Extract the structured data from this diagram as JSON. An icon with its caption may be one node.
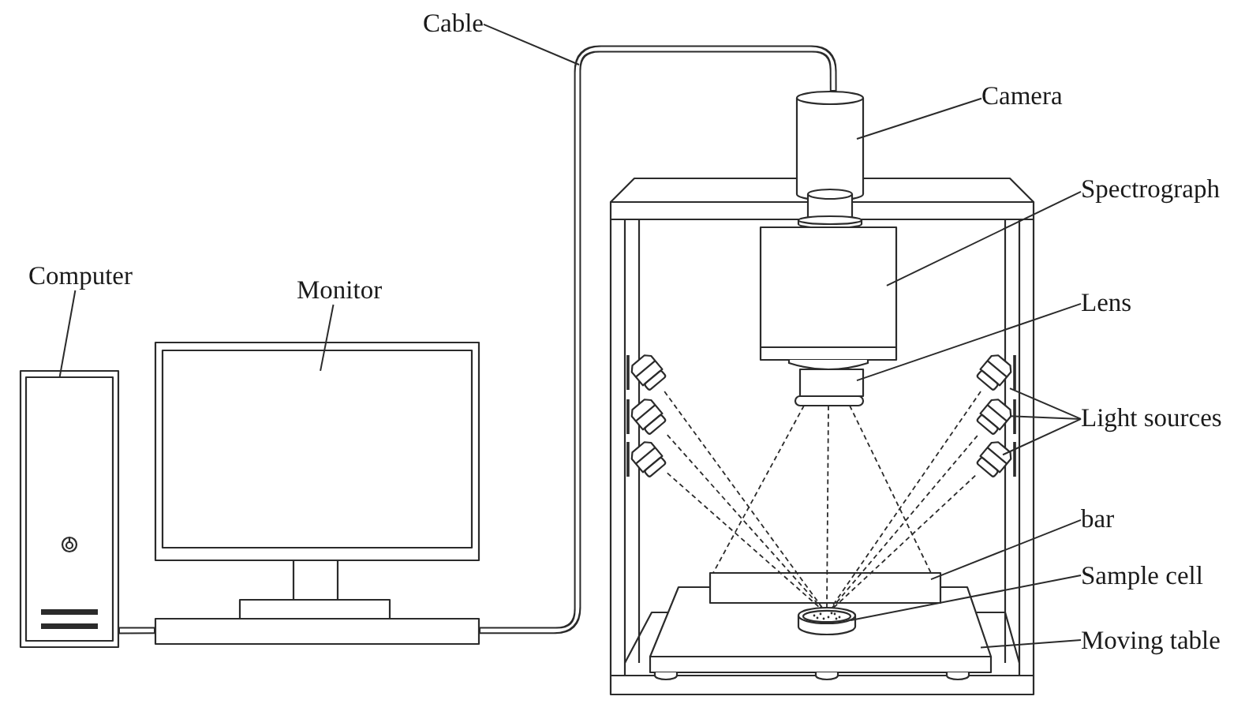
{
  "diagram": {
    "nodes": [
      {
        "text": [
          "Computer"
        ]
      },
      {
        "text": [],
        "shape": "picture"
      },
      {
        "text": [
          "Monitor"
        ]
      },
      {
        "text": [],
        "shape": "picture"
      },
      {
        "text": [
          "Cable"
        ]
      },
      {
        "text": [
          "Camera"
        ]
      },
      {
        "text": [],
        "shape": "cylinder"
      },
      {
        "text": [
          "Spectrograph"
        ]
      },
      {
        "text": [],
        "shape": "picture"
      },
      {
        "text": [
          "Lens"
        ]
      },
      {
        "text": [],
        "shape": "picture"
      },
      {
        "text": [
          "Light sources"
        ]
      },
      {
        "text": [],
        "shape": "picture"
      },
      {
        "text": [],
        "shape": "picture"
      },
      {
        "text": [],
        "shape": "picture"
      },
      {
        "text": [
          "bar"
        ]
      },
      {
        "text": [
          "Sample cell"
        ]
      },
      {
        "text": [],
        "shape": "picture",
        "in": 19
      },
      {
        "text": [
          "Moving table"
        ]
      },
      {
        "text": [],
        "shape": "picture"
      },
      {
        "text": [],
        "shape": "picture"
      },
      {
        "text": [],
        "shape": "picture"
      },
      {
        "text": [],
        "shape": "picture"
      }
    ],
    "edges": [
      {
        "from": 0,
        "to": 1,
        "arrow": "none"
      },
      {
        "from": 2,
        "to": 3,
        "arrow": "none"
      },
      {
        "from": 4,
        "to": null,
        "arrow": "none"
      },
      {
        "from": 5,
        "to": 6,
        "arrow": "none"
      },
      {
        "from": 7,
        "to": 8,
        "arrow": "none"
      },
      {
        "from": 9,
        "to": 10,
        "arrow": "none"
      },
      {
        "from": 11,
        "to": 12,
        "arrow": "none"
      },
      {
        "from": 11,
        "to": 13,
        "arrow": "none"
      },
      {
        "from": 11,
        "to": 14,
        "arrow": "none"
      },
      {
        "from": 15,
        "to": 19,
        "arrow": "none"
      },
      {
        "from": 16,
        "to": 17,
        "arrow": "none"
      },
      {
        "from": 18,
        "to": 19,
        "arrow": "none"
      },
      {
        "from": 1,
        "to": 3,
        "arrow": "none",
        "style": "thick"
      },
      {
        "from": 3,
        "to": 6,
        "arrow": "none",
        "style": "thick"
      },
      {
        "from": 20,
        "to": 17,
        "arrow": "none",
        "style": "dashed"
      },
      {
        "from": 21,
        "to": 17,
        "arrow": "none",
        "style": "dashed"
      },
      {
        "from": 22,
        "to": 17,
        "arrow": "none",
        "style": "dashed"
      },
      {
        "from": 12,
        "to": 17,
        "arrow": "none",
        "style": "dashed"
      },
      {
        "from": 13,
        "to": 17,
        "arrow": "none",
        "style": "dashed"
      },
      {
        "from": 14,
        "to": 17,
        "arrow": "none",
        "style": "dashed"
      },
      {
        "from": 10,
        "to": 19,
        "arrow": "none",
        "style": "dashed"
      },
      {
        "from": 10,
        "to": 19,
        "arrow": "none",
        "style": "dashed"
      },
      {
        "from": 10,
        "to": 17,
        "arrow": "none",
        "style": "dashed"
      }
    ]
  }
}
